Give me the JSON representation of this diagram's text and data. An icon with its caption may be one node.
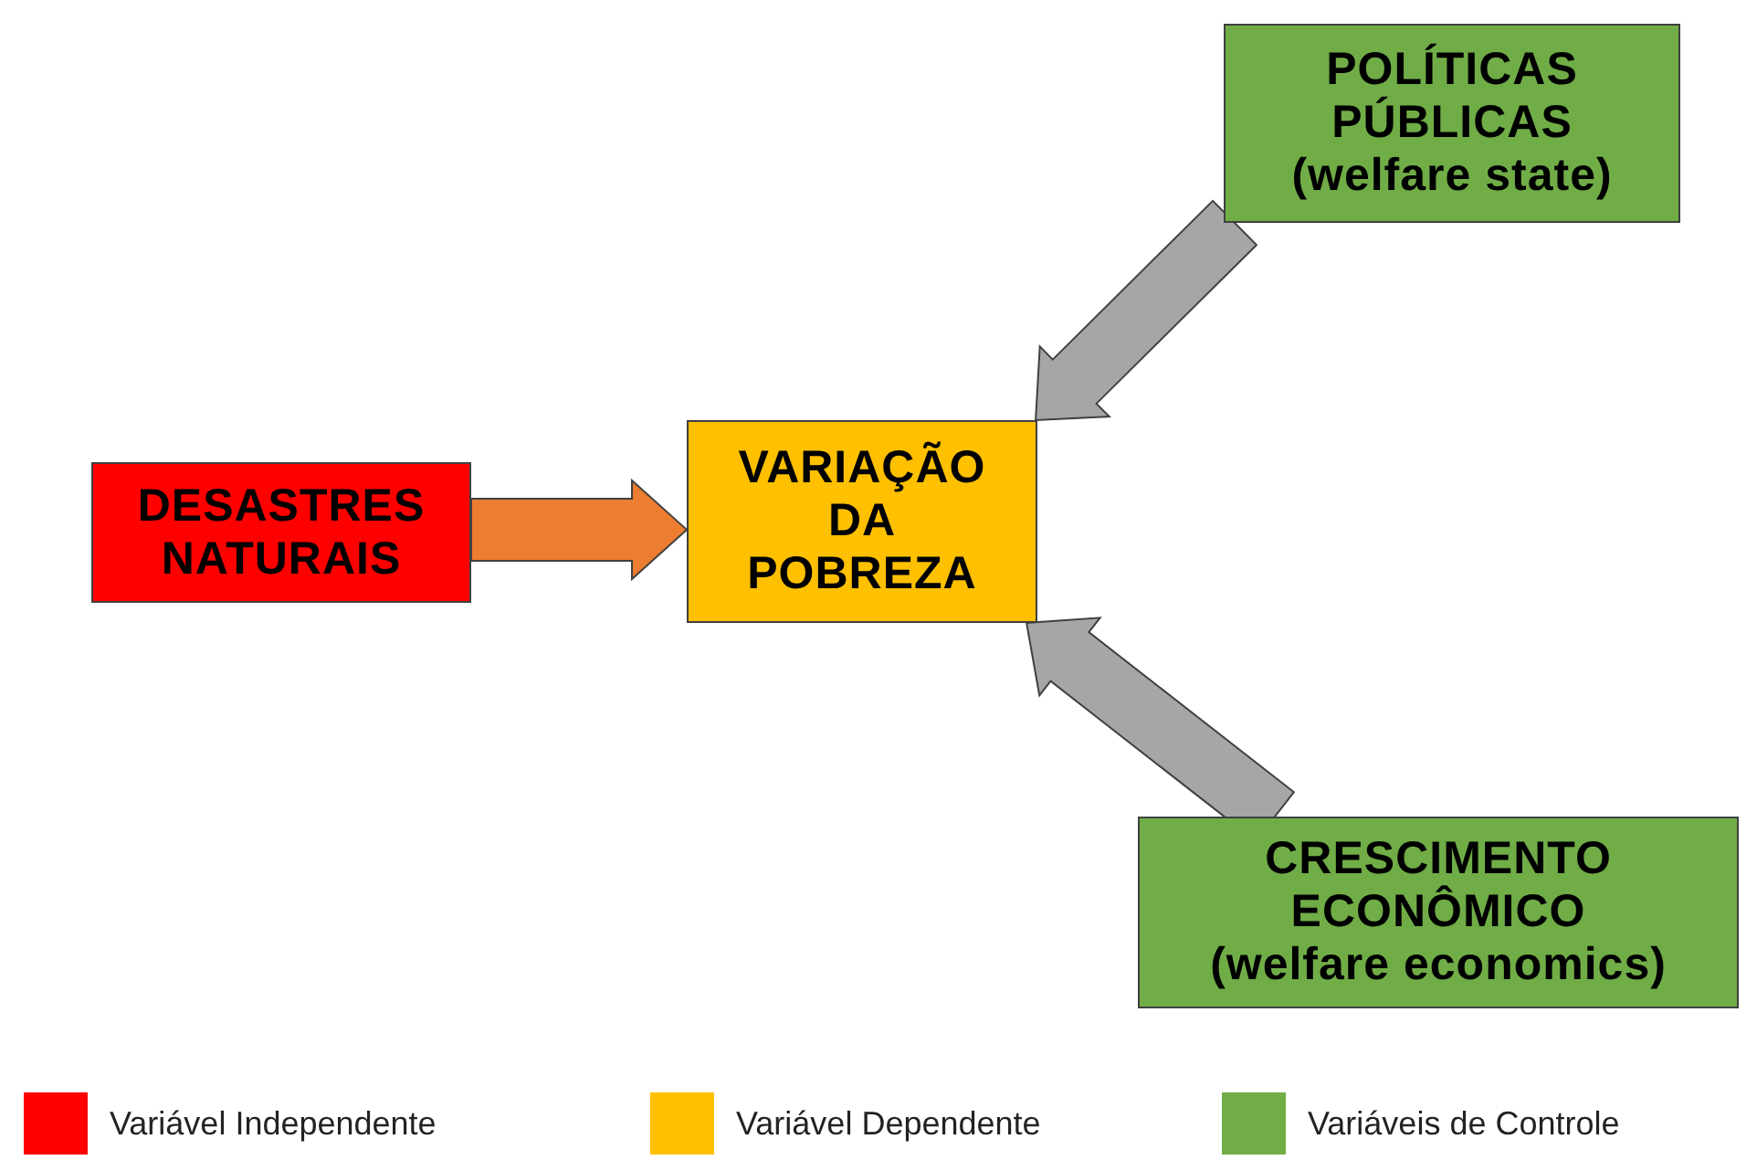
{
  "diagram": {
    "nodes": [
      {
        "text": [
          "DESASTRES NATURAIS"
        ]
      },
      {
        "text": [
          "VARIAÇÃO DA POBREZA"
        ]
      },
      {
        "text": [
          "POLÍTICAS PÚBLICAS",
          "(welfare state)"
        ]
      },
      {
        "text": [
          "CRESCIMENTO ECONÔMICO",
          "(welfare economics)"
        ]
      }
    ],
    "edges": [
      {
        "from": 0,
        "to": 1,
        "arrow": "to",
        "color": "#ed7d31"
      },
      {
        "from": 2,
        "to": 1,
        "arrow": "to"
      },
      {
        "from": 3,
        "to": 1,
        "arrow": "to"
      }
    ],
    "legend": [
      {
        "text": "Variável Independente",
        "color": "#ff0000"
      },
      {
        "text": "Variável Dependente",
        "color": "#ffc000"
      },
      {
        "text": "Variáveis de Controle",
        "color": "#70ad47"
      }
    ]
  }
}
